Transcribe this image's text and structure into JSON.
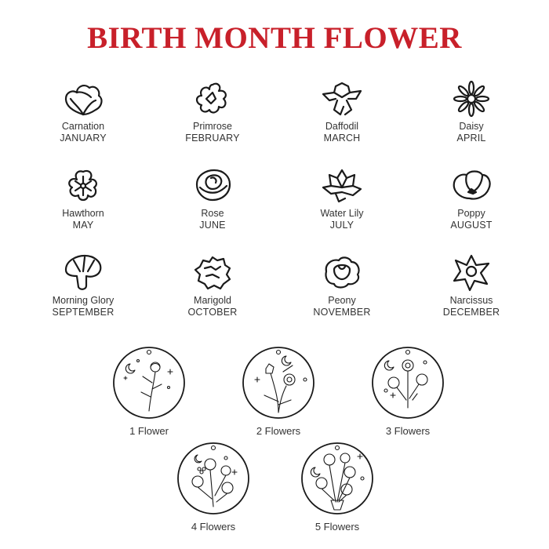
{
  "title": "BIRTH MONTH FLOWER",
  "colors": {
    "title": "#c8202a",
    "text": "#333333",
    "icon_stroke": "#1a1a1a"
  },
  "flowers": [
    {
      "name": "Carnation",
      "month": "JANUARY",
      "icon": "carnation-icon"
    },
    {
      "name": "Primrose",
      "month": "FEBRUARY",
      "icon": "primrose-icon"
    },
    {
      "name": "Daffodil",
      "month": "MARCH",
      "icon": "daffodil-icon"
    },
    {
      "name": "Daisy",
      "month": "APRIL",
      "icon": "daisy-icon"
    },
    {
      "name": "Hawthorn",
      "month": "MAY",
      "icon": "hawthorn-icon"
    },
    {
      "name": "Rose",
      "month": "JUNE",
      "icon": "rose-icon"
    },
    {
      "name": "Water Lily",
      "month": "JULY",
      "icon": "water-lily-icon"
    },
    {
      "name": "Poppy",
      "month": "AUGUST",
      "icon": "poppy-icon"
    },
    {
      "name": "Morning Glory",
      "month": "SEPTEMBER",
      "icon": "morning-glory-icon"
    },
    {
      "name": "Marigold",
      "month": "OCTOBER",
      "icon": "marigold-icon"
    },
    {
      "name": "Peony",
      "month": "NOVEMBER",
      "icon": "peony-icon"
    },
    {
      "name": "Narcissus",
      "month": "DECEMBER",
      "icon": "narcissus-icon"
    }
  ],
  "pendants": [
    {
      "label": "1 Flower",
      "icon": "pendant-1-flower-icon"
    },
    {
      "label": "2 Flowers",
      "icon": "pendant-2-flowers-icon"
    },
    {
      "label": "3 Flowers",
      "icon": "pendant-3-flowers-icon"
    },
    {
      "label": "4 Flowers",
      "icon": "pendant-4-flowers-icon"
    },
    {
      "label": "5 Flowers",
      "icon": "pendant-5-flowers-icon"
    }
  ]
}
